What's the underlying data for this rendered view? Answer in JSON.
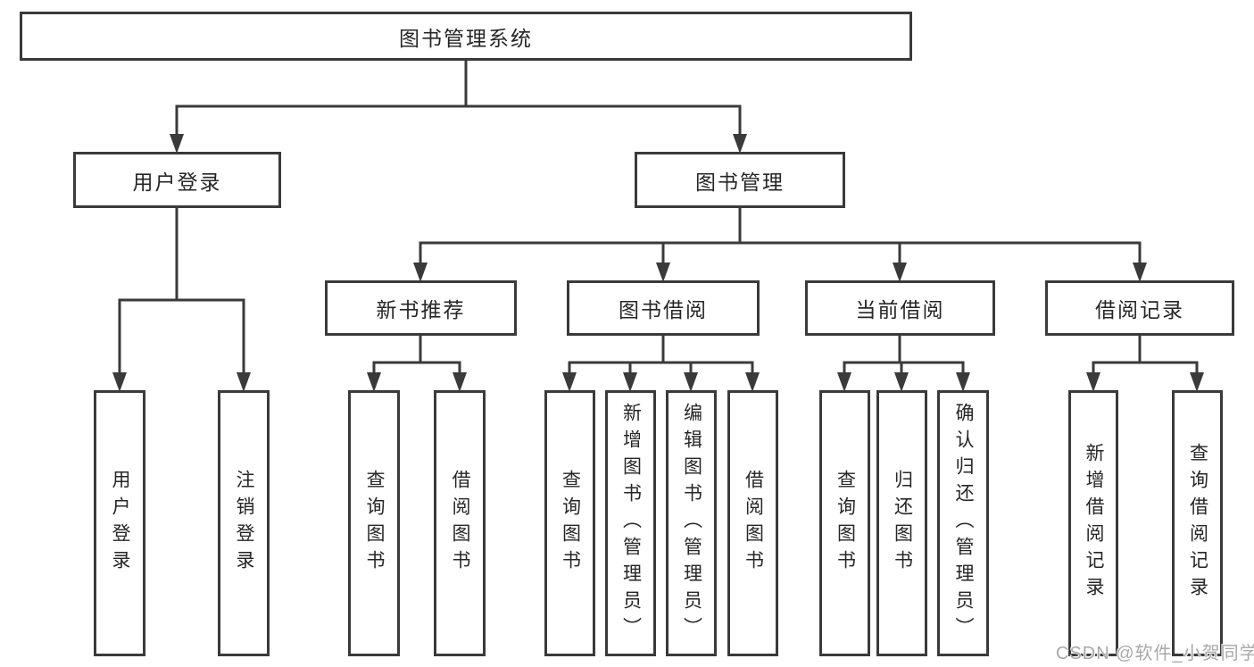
{
  "diagram": {
    "root": {
      "label": "图书管理系统"
    },
    "level2": [
      {
        "id": "user-login",
        "label": "用户登录"
      },
      {
        "id": "book-management",
        "label": "图书管理"
      }
    ],
    "level3": [
      {
        "id": "new-book-recommend",
        "parent": "图书管理",
        "label": "新书推荐"
      },
      {
        "id": "book-borrow",
        "parent": "图书管理",
        "label": "图书借阅"
      },
      {
        "id": "current-borrow",
        "parent": "图书管理",
        "label": "当前借阅"
      },
      {
        "id": "borrow-record",
        "parent": "图书管理",
        "label": "借阅记录"
      }
    ],
    "leaves": [
      {
        "parent": "用户登录",
        "label": "用户登录"
      },
      {
        "parent": "用户登录",
        "label": "注销登录"
      },
      {
        "parent": "新书推荐",
        "label": "查询图书"
      },
      {
        "parent": "新书推荐",
        "label": "借阅图书"
      },
      {
        "parent": "图书借阅",
        "label": "查询图书"
      },
      {
        "parent": "图书借阅",
        "label": "新增图书（管理员）"
      },
      {
        "parent": "图书借阅",
        "label": "编辑图书（管理员）"
      },
      {
        "parent": "图书借阅",
        "label": "借阅图书"
      },
      {
        "parent": "当前借阅",
        "label": "查询图书"
      },
      {
        "parent": "当前借阅",
        "label": "归还图书"
      },
      {
        "parent": "当前借阅",
        "label": "确认归还（管理员）"
      },
      {
        "parent": "借阅记录",
        "label": "新增借阅记录"
      },
      {
        "parent": "借阅记录",
        "label": "查询借阅记录"
      }
    ],
    "watermark": "CSDN @软件_小贺同学",
    "colors": {
      "line": "#3a3a3a",
      "box_border": "#3a3a3a",
      "text": "#262626",
      "watermark": "#a9a9a9",
      "background": "#ffffff"
    }
  }
}
